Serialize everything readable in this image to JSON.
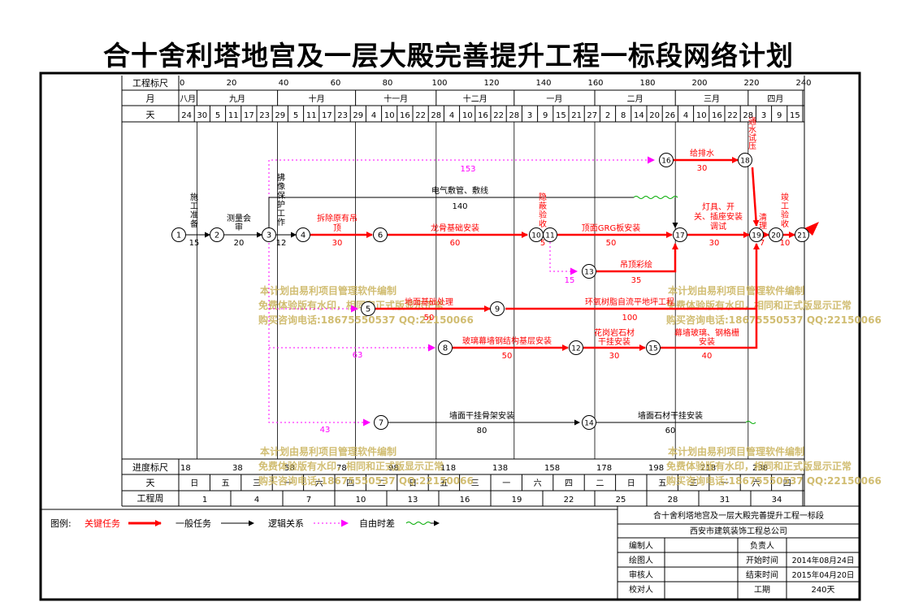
{
  "title": "合十舍利塔地宫及一层大殿完善提升工程一标段网络计划",
  "top_scale": {
    "label": "工程标尺",
    "ticks": [
      "0",
      "20",
      "40",
      "60",
      "80",
      "100",
      "120",
      "140",
      "160",
      "180",
      "200",
      "220",
      "240"
    ],
    "month_label": "月",
    "months": [
      "八月",
      "九月",
      "十月",
      "十一月",
      "十二月",
      "一月",
      "二月",
      "三月",
      "四月"
    ],
    "day_label": "天",
    "days": [
      "24",
      "30",
      "5",
      "11",
      "17",
      "23",
      "29",
      "5",
      "11",
      "17",
      "23",
      "29",
      "4",
      "10",
      "16",
      "22",
      "28",
      "4",
      "10",
      "16",
      "22",
      "28",
      "3",
      "9",
      "15",
      "21",
      "27",
      "2",
      "8",
      "14",
      "20",
      "26",
      "4",
      "10",
      "16",
      "22",
      "28",
      "3",
      "9",
      "15"
    ]
  },
  "bottom_scale": {
    "progress_label": "进度标尺",
    "progress_ticks": [
      "18",
      "38",
      "58",
      "78",
      "98",
      "118",
      "138",
      "158",
      "178",
      "198",
      "218",
      "238"
    ],
    "weekday_label": "天",
    "weekdays": [
      "日",
      "五",
      "三",
      "一",
      "六",
      "四",
      "二",
      "日",
      "五",
      "三",
      "一",
      "六",
      "四",
      "二",
      "日",
      "五",
      "三",
      "一",
      "六",
      "四"
    ],
    "week_label": "工程周",
    "weeks": [
      "1",
      "4",
      "7",
      "10",
      "13",
      "16",
      "19",
      "22",
      "25",
      "28",
      "31",
      "34"
    ]
  },
  "nodes": [
    "1",
    "2",
    "3",
    "4",
    "5",
    "6",
    "7",
    "8",
    "9",
    "10",
    "11",
    "12",
    "13",
    "14",
    "15",
    "16",
    "17",
    "18",
    "19",
    "20",
    "21"
  ],
  "tasks": {
    "t1_name": "施工准备",
    "t1_dur": "15",
    "t2_name": "测量会审",
    "t2_dur": "20",
    "t3_name": "拂像保护工作",
    "t3_dur": "12",
    "t4_name": "拆除原有吊顶",
    "t4_dur": "30",
    "t5_name": "龙骨基础安装",
    "t5_dur": "60",
    "t6_name": "隐蔽验收",
    "t6_dur": "5",
    "t7_name": "顶面GRG板安装",
    "t7_dur": "50",
    "t8_name": "灯具、开关、插座安装调试",
    "t8_dur": "30",
    "t9_name": "清理",
    "t9_dur": "7",
    "t10_name": "竣工验收",
    "t10_dur": "10",
    "t11_name": "电气敷管、敷线",
    "t11_dur": "140",
    "t12_name": "给排水",
    "t12_dur": "30",
    "t13_name": "通水试压",
    "t13_dur": "153",
    "t14_name": "吊顶彩绘",
    "t14_dur": "35",
    "t14_float": "15",
    "t15_name": "地面基础处理",
    "t15_dur": "50",
    "t16_name": "环氧树脂自流平地坪工程",
    "t16_dur": "100",
    "t17_name": "玻璃幕墙钢结构基层安装",
    "t17_dur": "50",
    "t17_float": "63",
    "t18_name": "花岗岩石材干挂安装",
    "t18_dur": "30",
    "t19_name": "幕墙玻璃、钢格栅安装",
    "t19_dur": "40",
    "t20_name": "墙面干挂骨架安装",
    "t20_dur": "80",
    "t20_float": "43",
    "t21_name": "墙面石材干挂安装",
    "t21_dur": "60"
  },
  "watermark": {
    "line1": "本计划由易利项目管理软件编制",
    "line2": "免费体验版有水印，相同和正式版显示正常",
    "line3": "购买咨询电话:18675550537 QQ:22150066"
  },
  "legend": {
    "label": "图例:",
    "critical": "关键任务",
    "normal": "一般任务",
    "logic": "逻辑关系",
    "float": "自由时差",
    "colors": {
      "critical": "#ff0000",
      "normal": "#000000",
      "float": "#ff00ff",
      "wave": "#00aa00"
    }
  },
  "info": {
    "project": "合十舍利塔地宫及一层大殿完善提升工程一标段",
    "company": "西安市建筑装饰工程总公司",
    "editor_label": "编制人",
    "leader_label": "负责人",
    "drawer_label": "绘图人",
    "start_label": "开始时间",
    "start_value": "2014年08月24日",
    "reviewer_label": "审核人",
    "end_label": "结束时间",
    "end_value": "2015年04月20日",
    "checker_label": "校对人",
    "duration_label": "工期",
    "duration_value": "240天"
  }
}
